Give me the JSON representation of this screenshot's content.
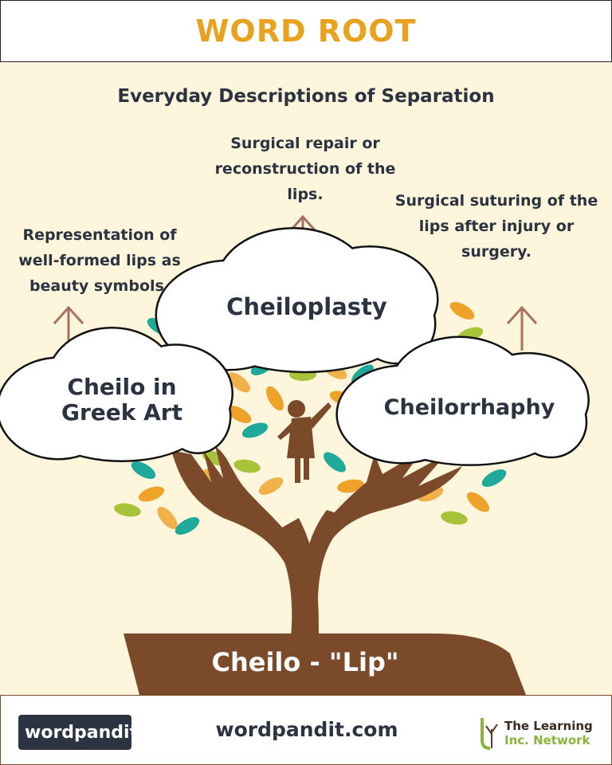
{
  "header": {
    "title": "WORD ROOT"
  },
  "subtitle": "Everyday Descriptions of Separation",
  "descriptions": {
    "top": [
      "Surgical repair or",
      "reconstruction of the",
      "lips."
    ],
    "left": [
      "Representation of",
      "well-formed lips as",
      "beauty symbols."
    ],
    "right": [
      "Surgical suturing of the",
      "lips after injury or",
      "surgery."
    ]
  },
  "clouds": {
    "center": "Cheiloplasty",
    "left": [
      "Cheilo in",
      "Greek Art"
    ],
    "right": "Cheilorrhaphy"
  },
  "root": "Cheilo - \"Lip\"",
  "footer": {
    "logo": "wordpandit",
    "site": "wordpandit.com",
    "network": [
      "The Learning",
      "Inc. Network"
    ]
  },
  "colors": {
    "accent": "#e9a21f",
    "text": "#2b3240",
    "brown": "#7a4a2a",
    "background": "#fdf6dc"
  }
}
